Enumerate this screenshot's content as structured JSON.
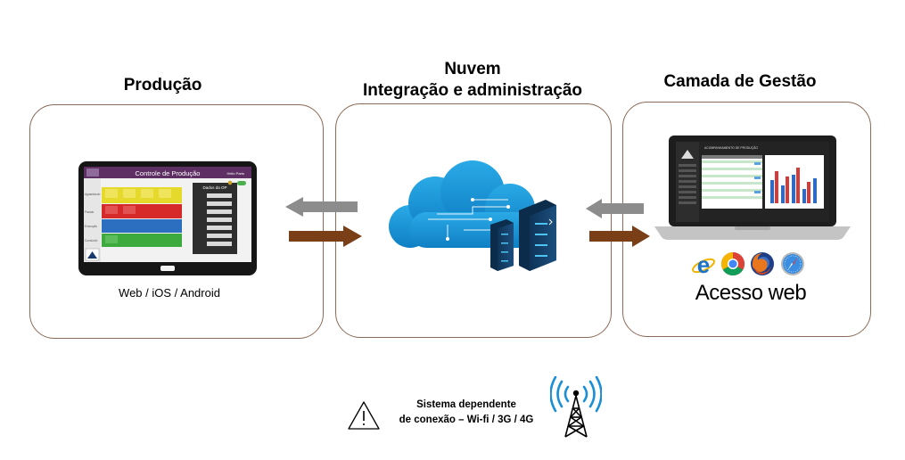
{
  "sections": {
    "producao": {
      "title": "Produção",
      "caption": "Web / iOS / Android"
    },
    "nuvem": {
      "title_line1": "Nuvem",
      "title_line2": "Integração e administração"
    },
    "gestao": {
      "title": "Camada de Gestão",
      "caption": "Acesso web"
    }
  },
  "tablet": {
    "header_title": "Controle de Produção",
    "header_right": "Hello Parts",
    "panel_title": "Dados da OP",
    "row_labels": [
      "Aguardando",
      "Parado",
      "Execução",
      "Concluído"
    ]
  },
  "laptop": {
    "header_title": "ACOMPANHAMENTO DE PRODUÇÃO"
  },
  "browsers": [
    "internet-explorer-icon",
    "chrome-icon",
    "firefox-icon",
    "safari-icon"
  ],
  "notice": {
    "line1": "Sistema dependente",
    "line2": "de conexão – Wi-fi / 3G / 4G"
  },
  "colors": {
    "panel_border": "#8a6a58",
    "arrow_gray": "#8c8c8c",
    "arrow_brown": "#7a3f17",
    "cloud_blue": "#1b9ad6",
    "server_navy": "#123a5e"
  }
}
